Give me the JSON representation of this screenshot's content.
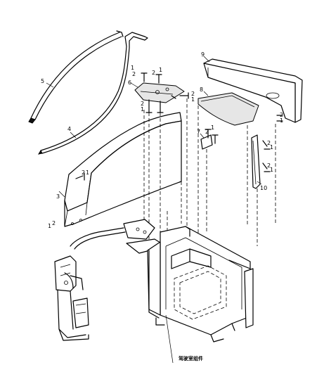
{
  "diagram": {
    "callouts": {
      "c1_a": "1",
      "c2_a": "2",
      "c1_b": "1",
      "c2_b": "2",
      "c1_c": "1",
      "c2_c": "2",
      "c1_d": "1",
      "c2_d": "2",
      "c1_e": "1",
      "c2_e": "2",
      "c1_f": "1",
      "c2_f": "2",
      "c1_g": "1",
      "c2_g": "2",
      "c1_h": "1",
      "c2_h": "2",
      "c1_i": "1",
      "c2_i": "2",
      "c1_j": "1",
      "c2_j": "2",
      "c3": "3",
      "c4": "4",
      "c5": "5",
      "c6": "6",
      "c7": "7",
      "c8": "8",
      "c9": "9",
      "c10": "10"
    },
    "frame_label": "驾驶室组件"
  }
}
